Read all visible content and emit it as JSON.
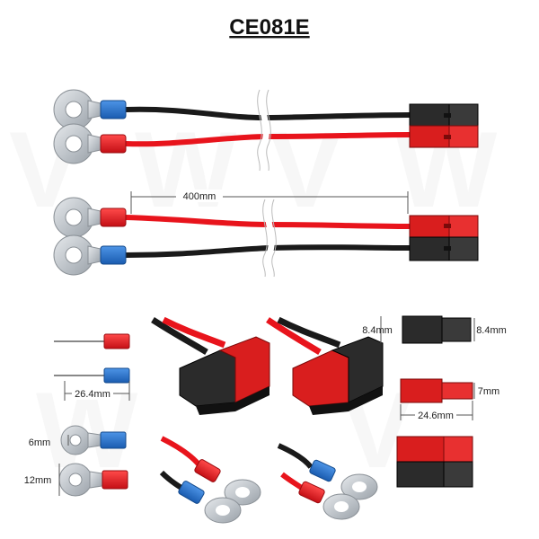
{
  "title": "CE081E",
  "dimensions": {
    "cable_length": "400mm",
    "terminal_length": "26.4mm",
    "connector_height_left": "8.4mm",
    "connector_height_right": "8.4mm",
    "connector_width_small": "7mm",
    "connector_length": "24.6mm",
    "ring_inner": "6mm",
    "ring_outer": "12mm"
  },
  "colors": {
    "red": "#e8141c",
    "black": "#1a1a1a",
    "blue": "#1f6fd1",
    "ring": "#c9ced3",
    "connector_black": "#2b2b2b",
    "connector_red": "#d91e1e"
  }
}
